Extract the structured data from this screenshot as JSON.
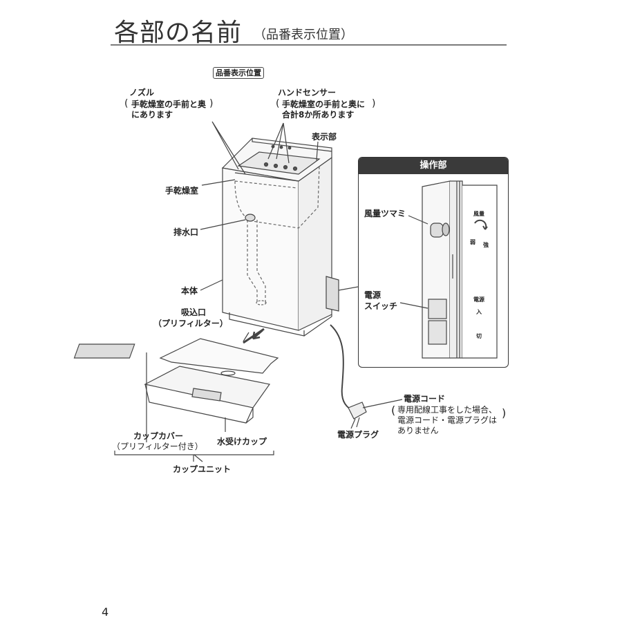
{
  "title": {
    "main": "各部の名前",
    "sub": "（品番表示位置）"
  },
  "labels": {
    "model_position": "品番表示位置",
    "nozzle": "ノズル",
    "nozzle_note_1": "手乾燥室の手前と奥",
    "nozzle_note_2": "にあります",
    "hand_sensor": "ハンドセンサー",
    "hand_sensor_note_1": "手乾燥室の手前と奥に",
    "hand_sensor_note_2": "合計8か所あります",
    "display": "表示部",
    "drying_chamber": "手乾燥室",
    "drain": "排水口",
    "body": "本体",
    "intake_1": "吸込口",
    "intake_2": "（プリフィルター）",
    "cup_cover": "カップカバー",
    "cup_cover_note": "（プリフィルター付き）",
    "water_cup": "水受けカップ",
    "cup_unit": "カップユニット",
    "power_cord": "電源コード",
    "power_cord_note_1": "専用配線工事をした場合、",
    "power_cord_note_2": "電源コード・電源プラグは",
    "power_cord_note_3": "ありません",
    "power_plug": "電源プラグ"
  },
  "panel": {
    "title": "操作部",
    "airflow_knob": "風量ツマミ",
    "power_switch_1": "電源",
    "power_switch_2": "スイッチ",
    "airflow_label": "風量",
    "weak": "弱",
    "strong": "強",
    "power_label": "電源",
    "on": "入",
    "off": "切"
  },
  "page_number": "4"
}
